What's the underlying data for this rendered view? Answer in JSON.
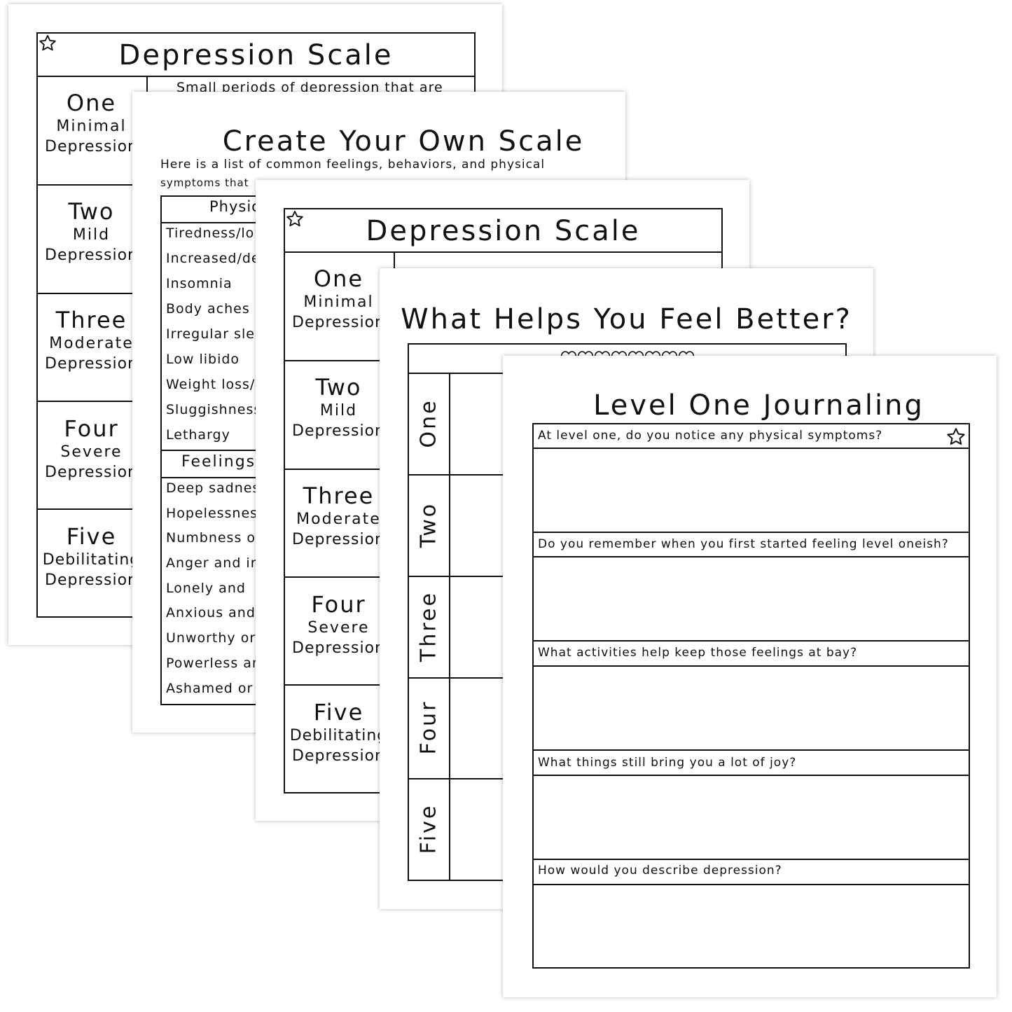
{
  "sheet1": {
    "title": "Depression Scale",
    "rows": [
      {
        "num": "One",
        "name": "Minimal",
        "word": "Depression"
      },
      {
        "num": "Two",
        "name": "Mild",
        "word": "Depression"
      },
      {
        "num": "Three",
        "name": "Moderate",
        "word": "Depression"
      },
      {
        "num": "Four",
        "name": "Severe",
        "word": "Depression"
      },
      {
        "num": "Five",
        "name": "Debilitating",
        "word": "Depression"
      }
    ],
    "first_desc": "Small periods of depression that are"
  },
  "sheet2": {
    "title": "Create Your Own Scale",
    "intro_line1": "Here is a list of common feelings, behaviors, and physical",
    "intro_line2": "symptoms that",
    "physical_header": "Physic",
    "physical_items": [
      "Tiredness/lo",
      "Increased/de",
      "Insomnia",
      "Body aches",
      "Irregular slee",
      "Low libido",
      "Weight loss/",
      "Sluggishness",
      "Lethargy"
    ],
    "feelings_header": "Feelings",
    "feelings_items": [
      "Deep sadnes",
      "Hopelessness",
      "Numbness or",
      "Anger and ir",
      "Lonely and",
      "Anxious and",
      "Unworthy or",
      "Powerless an",
      "Ashamed or"
    ]
  },
  "sheet3": {
    "title": "Depression Scale",
    "rows": [
      {
        "num": "One",
        "name": "Minimal",
        "word": "Depression"
      },
      {
        "num": "Two",
        "name": "Mild",
        "word": "Depression"
      },
      {
        "num": "Three",
        "name": "Moderate",
        "word": "Depression"
      },
      {
        "num": "Four",
        "name": "Severe",
        "word": "Depression"
      },
      {
        "num": "Five",
        "name": "Debilitating",
        "word": "Depression"
      }
    ]
  },
  "sheet4": {
    "title": "What Helps You Feel Better?",
    "levels": [
      "One",
      "Two",
      "Three",
      "Four",
      "Five"
    ]
  },
  "sheet5": {
    "title": "Level One Journaling",
    "questions": [
      "At level one, do you notice any physical symptoms?",
      "Do you remember when you first started feeling level oneish?",
      "What activities help keep those feelings at bay?",
      "What things still bring you a lot of joy?",
      "How would you describe depression?"
    ]
  },
  "icons": {
    "star": "star-icon",
    "hearts": "heart-row-icon"
  }
}
